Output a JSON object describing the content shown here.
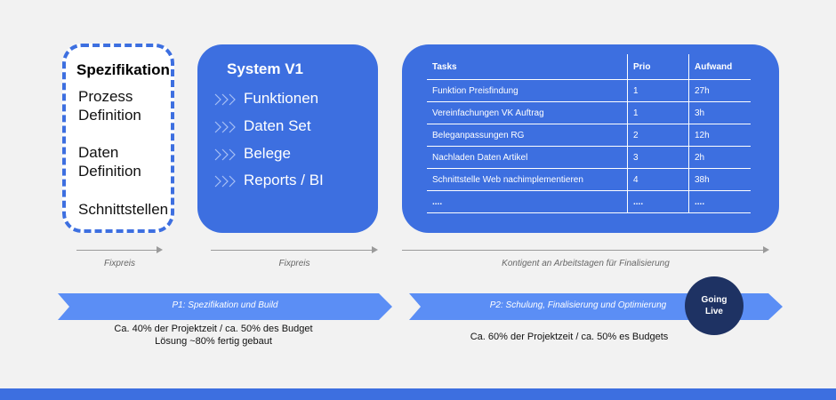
{
  "spec": {
    "title": "Spezifikation",
    "items": [
      "Prozess",
      "Definition",
      "Daten",
      "Definition",
      "Schnittstellen"
    ]
  },
  "system": {
    "title": "System V1",
    "items": [
      "Funktionen",
      "Daten Set",
      "Belege",
      "Reports / BI"
    ]
  },
  "tasks": {
    "headers": [
      "Tasks",
      "Prio",
      "Aufwand"
    ],
    "rows": [
      [
        "Funktion Preisfindung",
        "1",
        "27h"
      ],
      [
        "Vereinfachungen VK Auftrag",
        "1",
        "3h"
      ],
      [
        "Beleganpassungen RG",
        "2",
        "12h"
      ],
      [
        "Nachladen Daten Artikel",
        "3",
        "2h"
      ],
      [
        "Schnittstelle Web nachimplementieren",
        "4",
        "38h"
      ],
      [
        "....",
        "....",
        "...."
      ]
    ]
  },
  "axis": {
    "fixpreis_1": "Fixpreis",
    "fixpreis_2": "Fixpreis",
    "kontingent": "Kontigent an Arbeitstagen für Finalisierung"
  },
  "phases": {
    "p1": "P1: Spezifikation und Build",
    "p2": "P2: Schulung, Finalisierung und Optimierung"
  },
  "notes": {
    "p1_line1": "Ca. 40% der Projektzeit / ca. 50% des Budget",
    "p1_line2": "Lösung  ~80% fertig gebaut",
    "p2_line1": "Ca. 60% der Projektzeit / ca. 50% es Budgets"
  },
  "going_live": {
    "line1": "Going",
    "line2": "Live"
  },
  "colors": {
    "accent": "#3d6fe0",
    "phase": "#5b8ef5",
    "dark": "#1e3263"
  }
}
